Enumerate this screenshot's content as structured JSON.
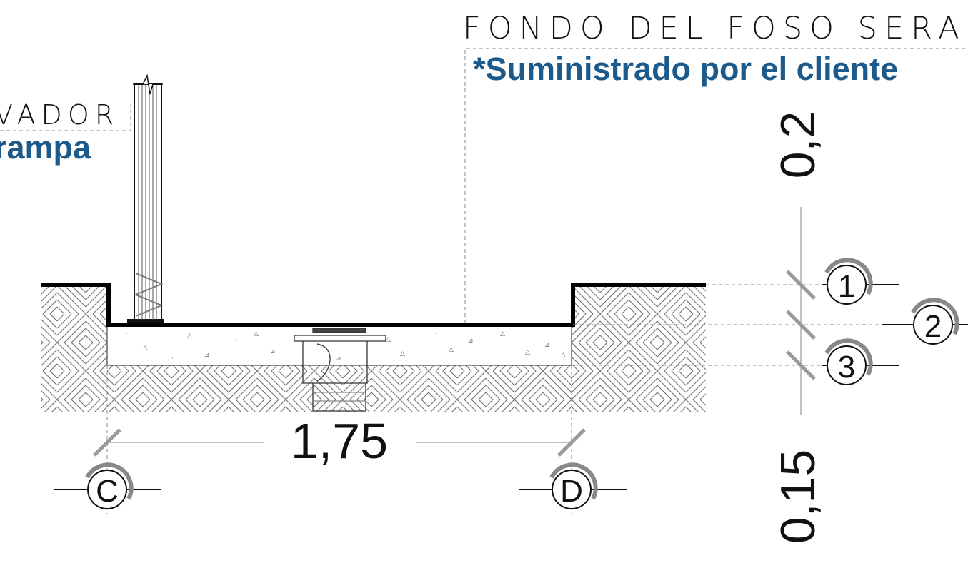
{
  "labels": {
    "title_top": "FONDO DEL FOSO SERA",
    "title_left": "VADOR",
    "note_top": "*Suministrado por el cliente",
    "note_left": "rampa"
  },
  "dimensions": {
    "width": "1,75",
    "height_top": "0,2",
    "height_bottom": "0,15"
  },
  "grid_markers": {
    "left": "C",
    "right": "D"
  },
  "level_markers": [
    "1",
    "2",
    "3"
  ],
  "colors": {
    "note_blue": "#1c5a8c",
    "line": "#111111",
    "hatch": "#777777",
    "marker_gray": "#8a8a8a"
  }
}
